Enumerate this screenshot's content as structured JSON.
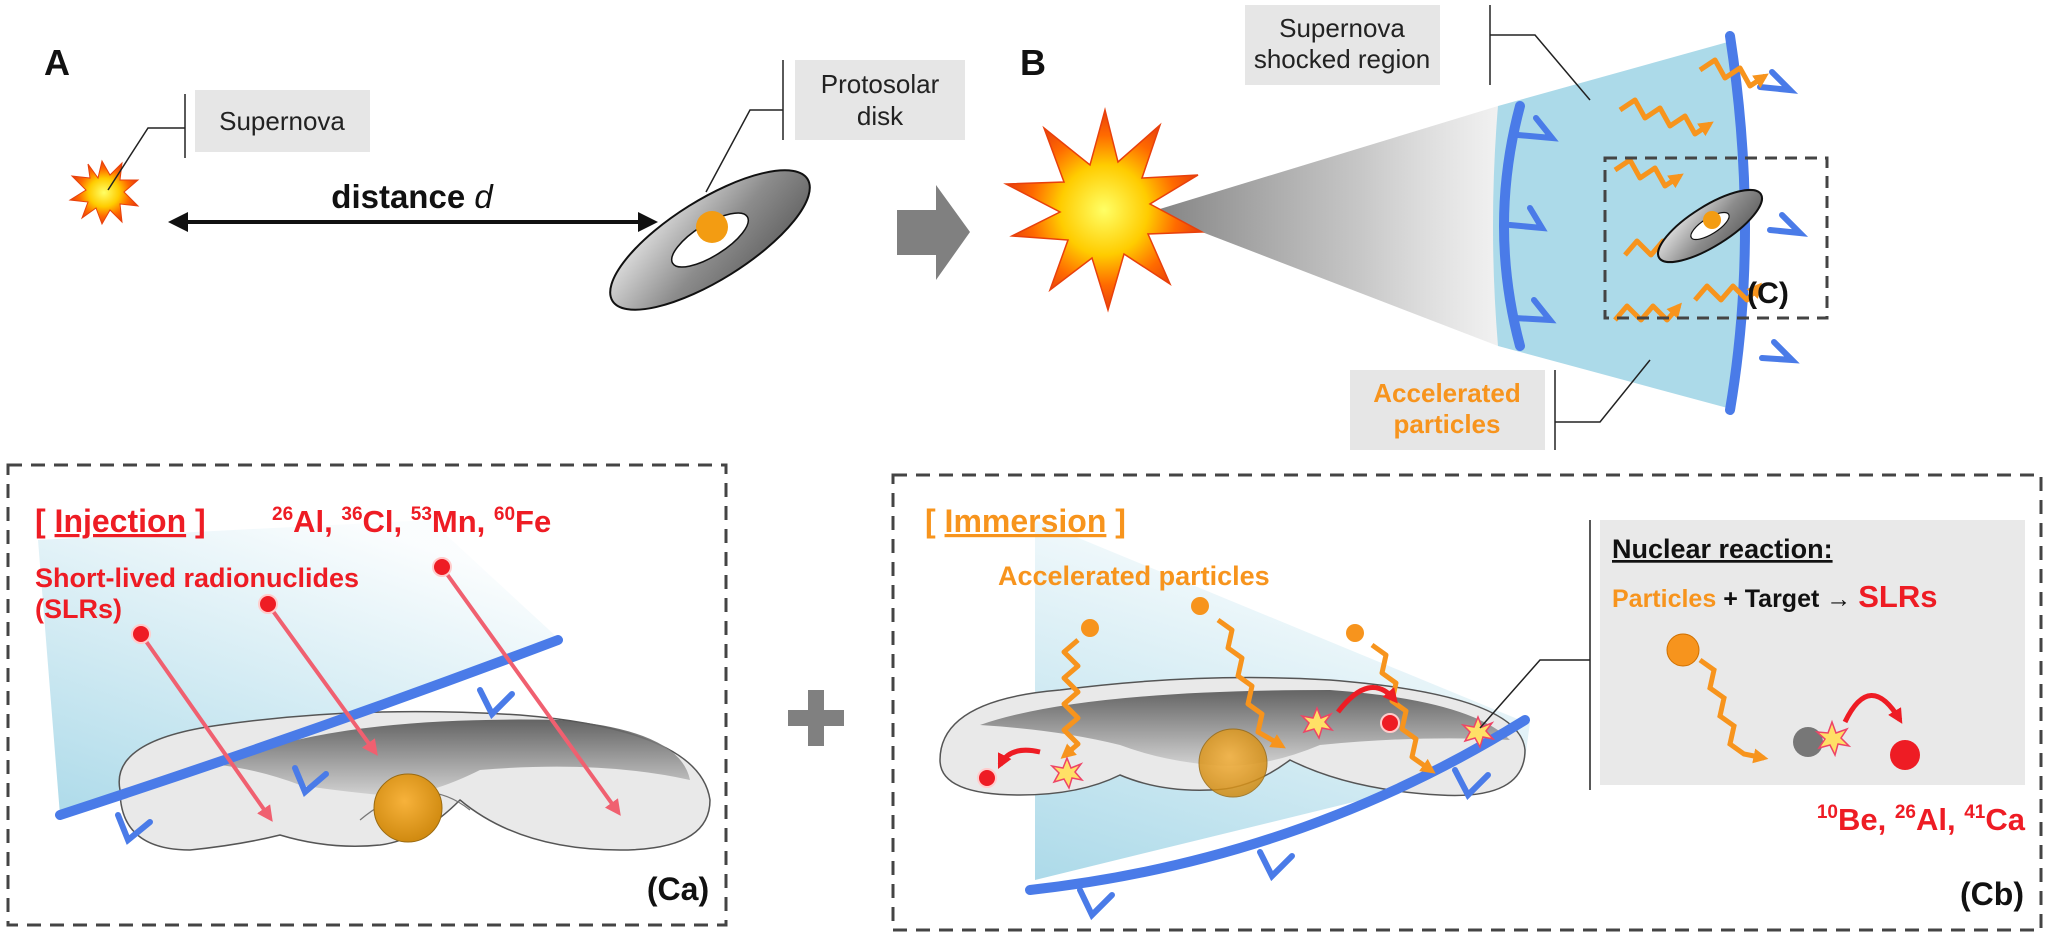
{
  "panels": {
    "a_letter": "A",
    "b_letter": "B",
    "c_marker": "(C)",
    "ca_marker": "(Ca)",
    "cb_marker": "(Cb)"
  },
  "panel_a": {
    "supernova_label": "Supernova",
    "disk_label_line1": "Protosolar",
    "disk_label_line2": "disk",
    "distance_word": "distance",
    "distance_var": "d"
  },
  "panel_b": {
    "shocked_line1": "Supernova",
    "shocked_line2": "shocked region",
    "accel_line1": "Accelerated",
    "accel_line2": "particles"
  },
  "panel_ca": {
    "bracket_open": "[",
    "title": "Injection",
    "bracket_close": "]",
    "slr_label_line1": "Short-lived radionuclides",
    "slr_label_line2": "(SLRs)",
    "nuclides": [
      {
        "mass": "26",
        "symbol": "Al"
      },
      {
        "mass": "36",
        "symbol": "Cl"
      },
      {
        "mass": "53",
        "symbol": "Mn"
      },
      {
        "mass": "60",
        "symbol": "Fe"
      }
    ]
  },
  "panel_cb": {
    "bracket_open": "[",
    "title": "Immersion",
    "bracket_close": "]",
    "accel_label": "Accelerated particles",
    "nuclear_title": "Nuclear reaction:",
    "eq_particles": "Particles",
    "eq_plus": "+ Target",
    "eq_arrow": "→",
    "eq_slrs": "SLRs",
    "products": [
      {
        "mass": "10",
        "symbol": "Be"
      },
      {
        "mass": "26",
        "symbol": "Al"
      },
      {
        "mass": "41",
        "symbol": "Ca"
      }
    ]
  },
  "colors": {
    "shock_blue": "#4a7be8",
    "region_fill": "#a8d8e8",
    "particle_orange": "#f7941d",
    "slr_red": "#ee1c24",
    "injection_arrow": "#f06070",
    "label_box": "#e6e6e6"
  }
}
